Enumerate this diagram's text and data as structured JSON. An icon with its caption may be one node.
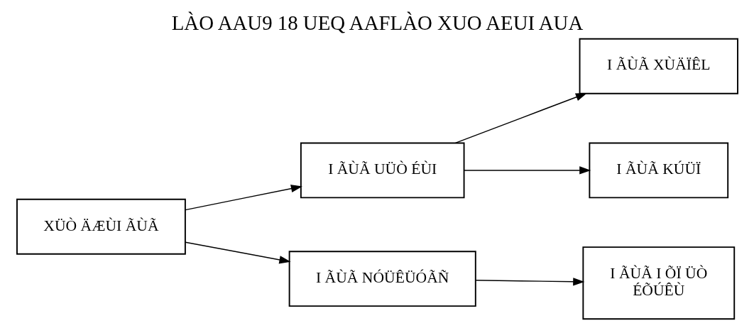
{
  "diagram": {
    "title": "LÀO AAU9 18 UEQ AAFLÀO XUO AEUI AUA",
    "nodes": [
      {
        "text": [
          "XÜÒ ÄÆÙI ÃÙÃ"
        ]
      },
      {
        "text": [
          "I ÃÙÃ UÜÒ ÉÙI"
        ]
      },
      {
        "text": [
          "I ÃÙÃ XÙÄÏÊL"
        ]
      },
      {
        "text": [
          "I ÃÙÃ KÚÜÏ"
        ]
      },
      {
        "text": [
          "I ÃÙÃ NÓÜÊÜÓÃÑ"
        ]
      },
      {
        "text": [
          "I ÃÙÃ I ÕÏ ÜÒ ÉÕÚÊÙ"
        ]
      }
    ],
    "edges": [
      {
        "from": 0,
        "to": 1,
        "arrow": "to"
      },
      {
        "from": 0,
        "to": 4,
        "arrow": "to"
      },
      {
        "from": 1,
        "to": 2,
        "arrow": "to"
      },
      {
        "from": 1,
        "to": 3,
        "arrow": "to"
      },
      {
        "from": 4,
        "to": 5,
        "arrow": "to"
      }
    ]
  }
}
